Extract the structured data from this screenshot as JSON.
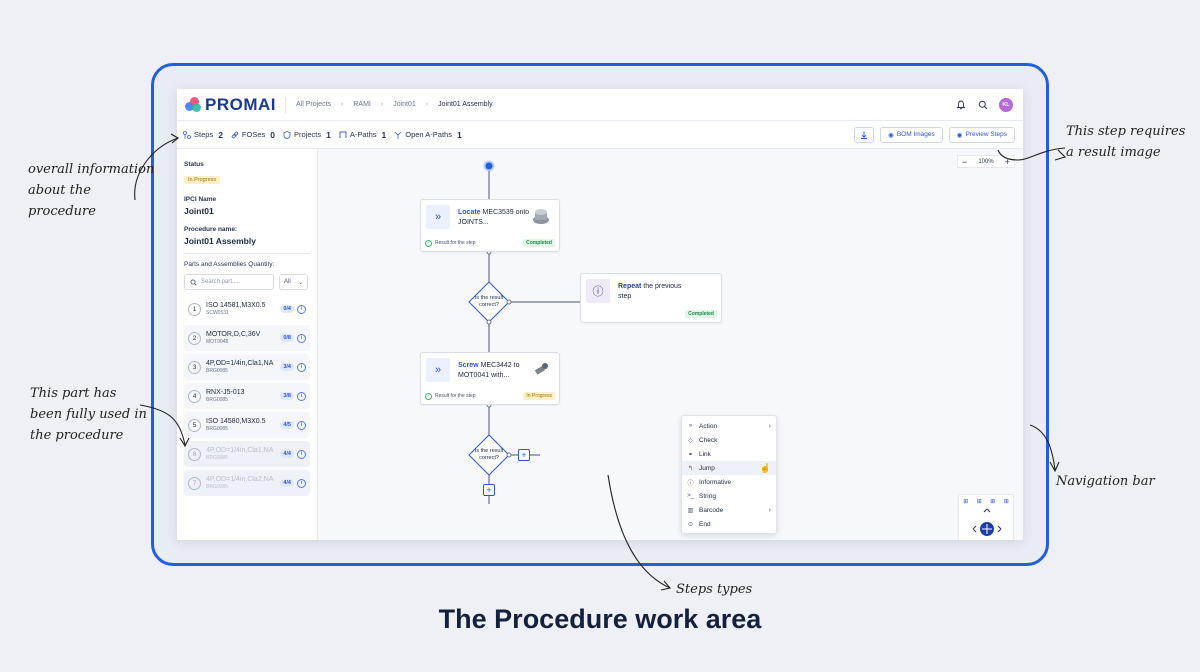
{
  "app": {
    "brand": "PROMAI",
    "breadcrumbs": [
      "All Projects",
      "RAMI",
      "Joint01",
      "Joint01 Assembly"
    ],
    "avatar_initials": "KL"
  },
  "stats": [
    {
      "label": "Steps",
      "value": "2",
      "icon": "steps-icon"
    },
    {
      "label": "FOSes",
      "value": "0",
      "icon": "link-icon"
    },
    {
      "label": "Projects",
      "value": "1",
      "icon": "shield-icon"
    },
    {
      "label": "A-Paths",
      "value": "1",
      "icon": "path-icon"
    },
    {
      "label": "Open A-Paths",
      "value": "1",
      "icon": "branch-icon"
    }
  ],
  "toolbar": {
    "bom_images": "BOM Images",
    "preview_steps": "Preview Steps"
  },
  "sidebar": {
    "status_label": "Status",
    "status_value": "In Progress",
    "ipci_label": "IPCI Name",
    "ipci_value": "Joint01",
    "procedure_label": "Procedure name:",
    "procedure_value": "Joint01 Assembly",
    "parts_label": "Parts and Assemblies Quantity:",
    "search_placeholder": "Search part.....",
    "filter_value": "All",
    "parts": [
      {
        "num": "1",
        "name": "ISO 14581,M3X0.5",
        "code": "SCW0531",
        "qty": "0/4"
      },
      {
        "num": "2",
        "name": "MOTOR,D,C,36V",
        "code": "MOT0048",
        "qty": "0/8"
      },
      {
        "num": "3",
        "name": "4P,OD=1/4in,Cla1,NA",
        "code": "BRG0085",
        "qty": "3/4"
      },
      {
        "num": "4",
        "name": "RNX-J5-013",
        "code": "BRG0085",
        "qty": "3/8"
      },
      {
        "num": "5",
        "name": "ISO 14580,M3X0.5",
        "code": "BRG0085",
        "qty": "4/5"
      },
      {
        "num": "6",
        "name": "4P,OD=1/4in,Cla1,NA",
        "code": "BRG0085",
        "qty": "4/4"
      },
      {
        "num": "7",
        "name": "4P,OD=1/4in,Cla2,NA",
        "code": "BRG0085",
        "qty": "4/4"
      }
    ]
  },
  "canvas": {
    "zoom": "100%",
    "zoom_minus": "−",
    "zoom_plus": "+",
    "node1": {
      "verb": "Locate",
      "text": " MEC3539 onto JOINTS...",
      "result": "Result for the step",
      "status": "Completed"
    },
    "node2": {
      "verb": "Repeat",
      "text": " the previous step",
      "status": "Completed"
    },
    "node3": {
      "verb": "Screw",
      "text": " MEC3442 to MOT0041 with...",
      "result": "Result for the step",
      "status": "In Progress"
    },
    "decision1": "Is the result correct?",
    "decision2": "Is the result correct?"
  },
  "menu": [
    {
      "label": "Action",
      "icon": "chevrons-icon",
      "sub": true
    },
    {
      "label": "Check",
      "icon": "diamond-icon",
      "sub": false
    },
    {
      "label": "Link",
      "icon": "link-icon",
      "sub": false
    },
    {
      "label": "Jump",
      "icon": "jump-icon",
      "sub": false
    },
    {
      "label": "Informative",
      "icon": "info-icon",
      "sub": false
    },
    {
      "label": "String",
      "icon": "terminal-icon",
      "sub": false
    },
    {
      "label": "Barcode",
      "icon": "barcode-icon",
      "sub": true
    },
    {
      "label": "End",
      "icon": "end-icon",
      "sub": false
    }
  ],
  "annotations": {
    "overall": "overall information about the procedure",
    "result_image": "This step requires a result image",
    "part_used": "This part has been fully used in the procedure",
    "nav_bar": "Navigation bar",
    "step_types": "Steps types"
  },
  "caption": "The Procedure work area",
  "colors": {
    "accent": "#1f5fe0",
    "brand": "#1b3a8c",
    "completed": "#1c8a44",
    "in_progress": "#a66f00"
  }
}
